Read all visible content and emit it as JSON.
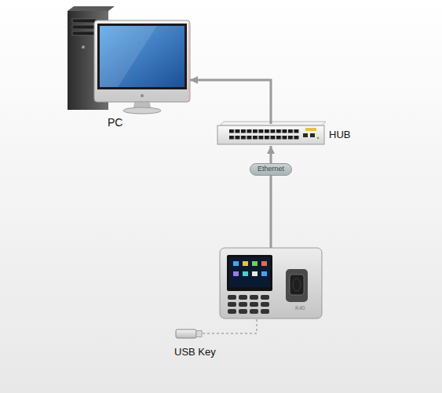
{
  "diagram": {
    "nodes": [
      {
        "text": [
          "PC"
        ]
      },
      {
        "text": [
          "HUB"
        ]
      },
      {
        "text": [
          "K40"
        ]
      },
      {
        "text": [
          "USB Key"
        ]
      }
    ],
    "edges": [
      {
        "from": 1,
        "to": 0,
        "arrow": "to"
      },
      {
        "from": 2,
        "to": 1,
        "label": "Ethernet",
        "arrow": "to"
      },
      {
        "from": 3,
        "to": 2,
        "arrow": "none"
      }
    ]
  }
}
